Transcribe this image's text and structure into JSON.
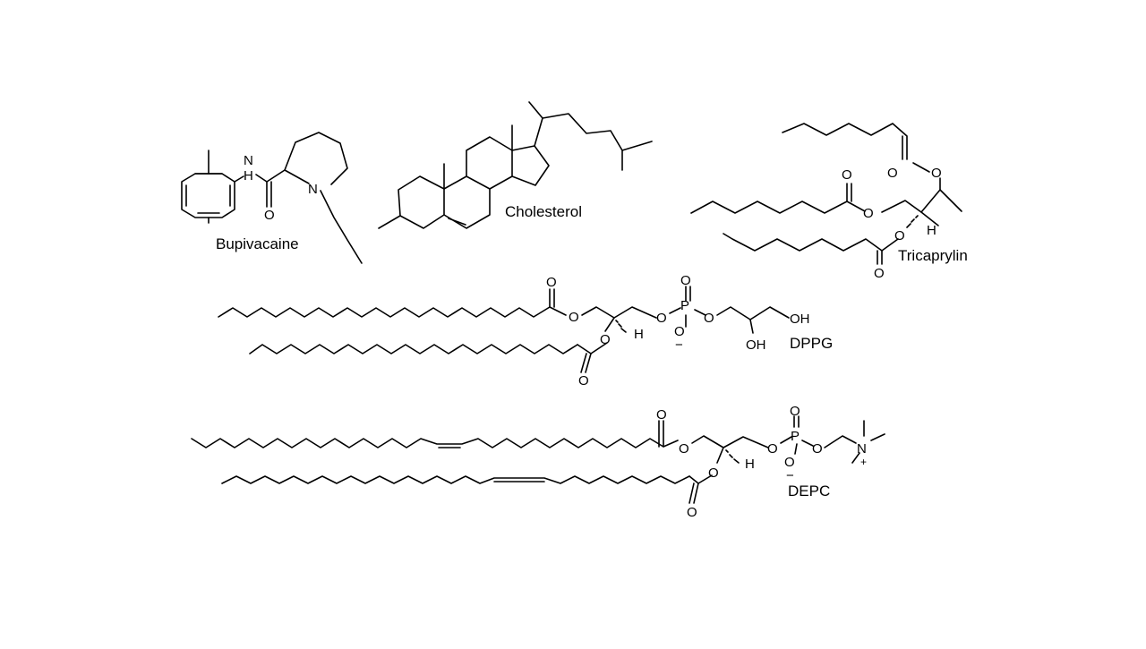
{
  "molecules": [
    {
      "name": "Bupivacaine",
      "atoms": {
        "n_h": "N",
        "h": "H",
        "o": "O",
        "n": "N"
      }
    },
    {
      "name": "Cholesterol"
    },
    {
      "name": "Tricaprylin",
      "atoms": {
        "o1": "O",
        "o2": "O",
        "o3": "O",
        "o4": "O",
        "o5": "O",
        "o6": "O",
        "h": "H"
      }
    },
    {
      "name": "DPPG",
      "atoms": {
        "o_carbonyl1": "O",
        "o_ester1": "O",
        "o_ester2": "O",
        "o_carbonyl2": "O",
        "h": "H",
        "o_p1": "O",
        "o_p_double": "O",
        "p": "P",
        "o_p_minus": "O",
        "minus": "−",
        "o_p2": "O",
        "oh1": "OH",
        "oh2": "OH"
      }
    },
    {
      "name": "DEPC",
      "atoms": {
        "o_carbonyl1": "O",
        "o_ester1": "O",
        "o_ester2": "O",
        "o_carbonyl2": "O",
        "h": "H",
        "o_p1": "O",
        "o_p_double": "O",
        "p": "P",
        "o_p_minus": "O",
        "minus": "−",
        "o_p2": "O",
        "n": "N",
        "plus": "+"
      }
    }
  ]
}
